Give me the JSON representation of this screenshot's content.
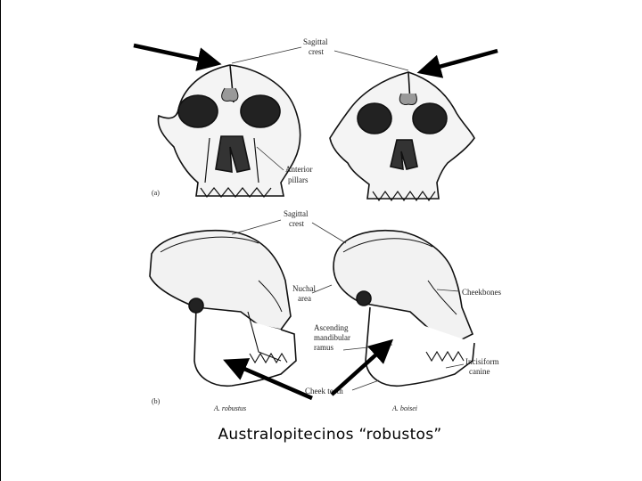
{
  "labels": {
    "sagittal_crest_top": "Sagittal",
    "sagittal_crest_top_2": "crest",
    "anterior_pillars_1": "Anterior",
    "anterior_pillars_2": "pillars",
    "panel_a": "(a)",
    "sagittal_crest_bottom": "Sagittal",
    "sagittal_crest_bottom_2": "crest",
    "nuchal_area_1": "Nuchal",
    "nuchal_area_2": "area",
    "cheekbones": "Cheekbones",
    "ascending_ramus_1": "Ascending",
    "ascending_ramus_2": "mandibular",
    "ascending_ramus_3": "ramus",
    "incisiform_canine_1": "Incisiform",
    "incisiform_canine_2": "canine",
    "cheek_teeth": "Cheek teeth",
    "panel_b": "(b)",
    "species_left": "A. robustus",
    "species_right": "A. boisei"
  },
  "caption": "Australopitecinos “robustos”"
}
